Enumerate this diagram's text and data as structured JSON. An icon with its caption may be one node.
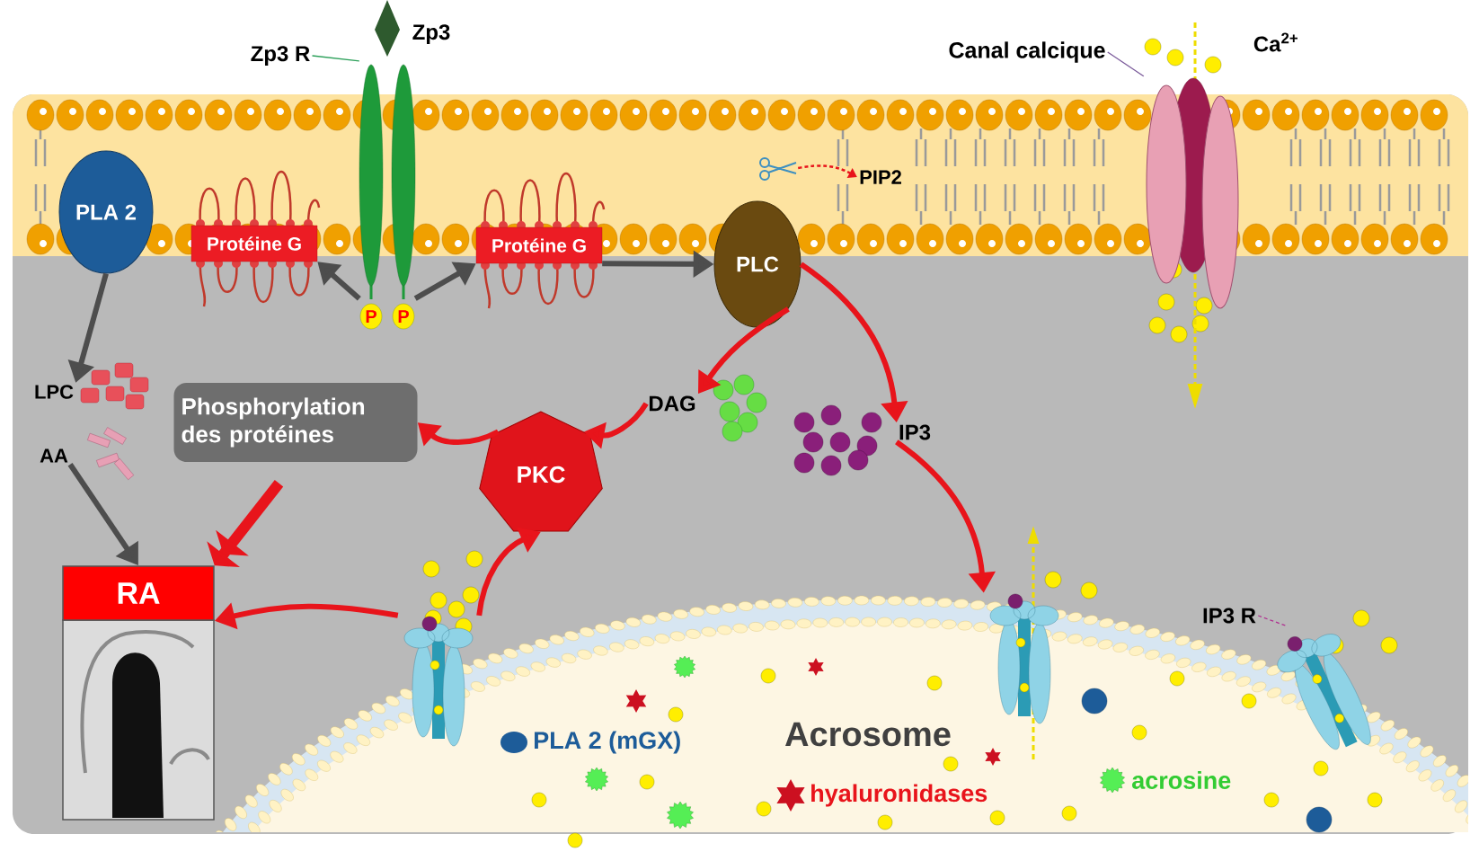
{
  "diagram": {
    "nodes": [
      {
        "text": [
          "PLA 2"
        ]
      },
      {
        "text": [
          "Protéine G"
        ]
      },
      {
        "text": [
          "Protéine G"
        ]
      },
      {
        "text": [],
        "shape": "picture"
      },
      {
        "text": [
          "Zp3 R"
        ]
      },
      {
        "text": [
          "Zp3"
        ]
      },
      {
        "text": [
          "PLC"
        ]
      },
      {
        "text": [
          "PIP2"
        ]
      },
      {
        "text": [],
        "shape": "picture"
      },
      {
        "text": [
          "DAG"
        ]
      },
      {
        "text": [
          "IP3"
        ]
      },
      {
        "text": [
          "PKC"
        ]
      },
      {
        "text": [
          "Phosphorylation des protéines"
        ]
      },
      {
        "text": [
          "LPC"
        ]
      },
      {
        "text": [
          "AA"
        ]
      },
      {
        "text": [
          "RA"
        ]
      },
      {
        "text": [
          "Canal calcique"
        ]
      },
      {
        "text": [],
        "shape": "picture"
      },
      {
        "text": [
          "Acrosome"
        ]
      },
      {
        "text": [],
        "shape": "picture"
      },
      {
        "text": [],
        "shape": "picture"
      },
      {
        "text": [],
        "shape": "picture"
      },
      {
        "text": [
          "IP3 R"
        ]
      }
    ],
    "edges": [
      {
        "from": 3,
        "to": 1,
        "arrow": "to",
        "color": "#4d4d4d"
      },
      {
        "from": 3,
        "to": 2,
        "arrow": "to",
        "color": "#4d4d4d"
      },
      {
        "from": 2,
        "to": 6,
        "arrow": "to",
        "color": "#4d4d4d"
      },
      {
        "from": 0,
        "to": 13,
        "arrow": "to",
        "color": "#4d4d4d"
      },
      {
        "from": 14,
        "to": 15,
        "arrow": "to",
        "color": "#4d4d4d"
      },
      {
        "from": 4,
        "to": 3,
        "arrow": "none",
        "color": "#2ca05a"
      },
      {
        "from": 16,
        "to": 17,
        "arrow": "none",
        "color": "#7a5a9a"
      },
      {
        "from": 22,
        "to": 21,
        "arrow": "none",
        "style": "dashed",
        "color": "#b03090"
      },
      {
        "from": 8,
        "to": 7,
        "arrow": "to",
        "style": "dashed"
      },
      {
        "from": 6,
        "to": 9,
        "arrow": "to"
      },
      {
        "from": 6,
        "to": 10,
        "arrow": "to"
      },
      {
        "from": 9,
        "to": 11,
        "arrow": "to"
      },
      {
        "from": 11,
        "to": 12,
        "arrow": "to"
      },
      {
        "from": 19,
        "to": 11,
        "arrow": "to"
      },
      {
        "from": 19,
        "to": 15,
        "arrow": "to"
      },
      {
        "from": 10,
        "to": 20,
        "arrow": "to"
      },
      {
        "from": 12,
        "to": 15,
        "arrow": "to",
        "style": "thick"
      }
    ],
    "labels": [
      "Ca$^{2+}$",
      "P",
      "P"
    ],
    "legend": [
      {
        "text": "PLA 2 (mGX)",
        "color": "#1d5c99"
      },
      {
        "text": "hyaluronidases"
      },
      {
        "text": "acrosine"
      }
    ]
  }
}
